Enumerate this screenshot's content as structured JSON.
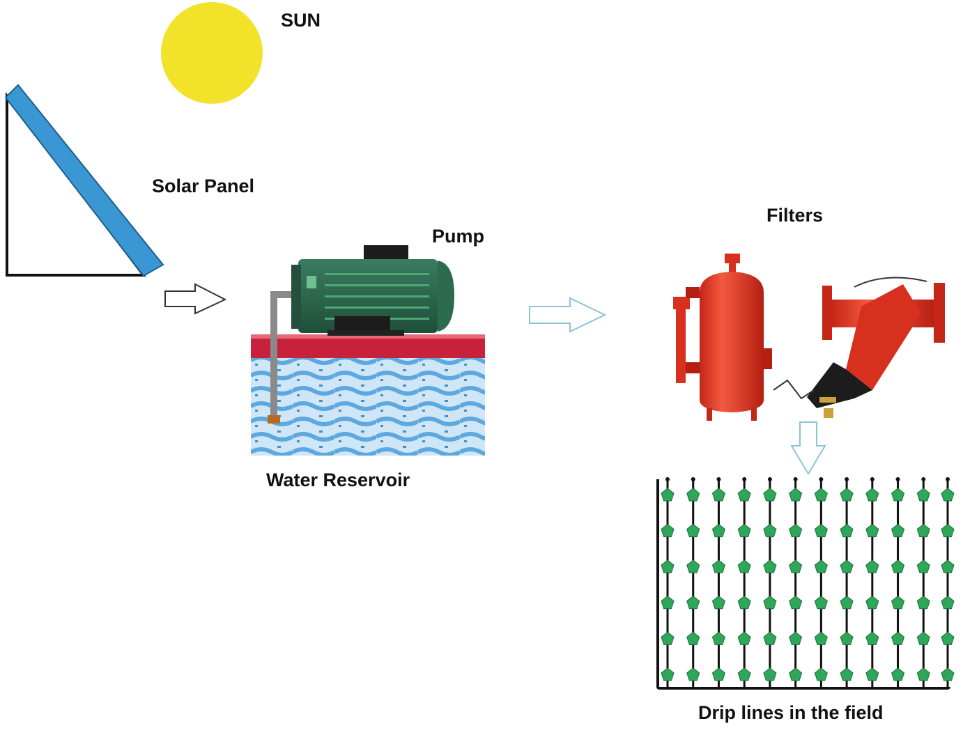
{
  "labels": {
    "sun": "SUN",
    "solar_panel": "Solar Panel",
    "pump": "Pump",
    "water_reservoir": "Water Reservoir",
    "filters": "Filters",
    "drip_lines": "Drip lines in the field"
  },
  "colors": {
    "sun": "#f2e32a",
    "panel": "#3a97d4",
    "pump_body": "#2d6b4f",
    "reservoir_rim": "#c8213c",
    "water": "#8fc3e8",
    "filter_red": "#e33b27",
    "plant_green": "#2fa75a",
    "arrow_outline": "#8cc4d8"
  },
  "field": {
    "drip_line_count": 12,
    "plants_per_line": 6
  }
}
